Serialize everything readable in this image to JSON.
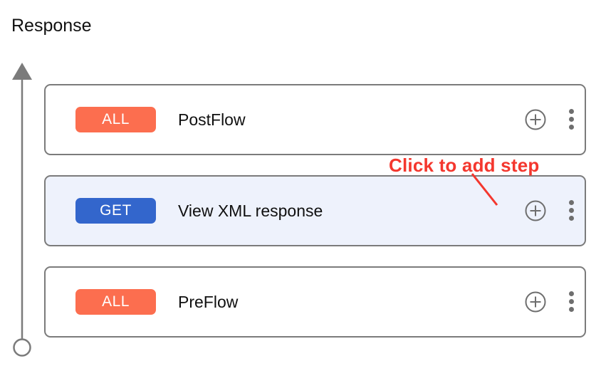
{
  "page": {
    "title": "Response"
  },
  "rail": {
    "direction_icon": "up-arrow",
    "endpoint_icon": "circle-endpoint",
    "color": "#7b7b7b"
  },
  "colors": {
    "badge_all": "#fc6e4f",
    "badge_get": "#3366cc",
    "selected_row_bg": "#eef2fc",
    "card_border": "#7b7b7b",
    "annotation_red": "#f4372e",
    "icon_gray": "#6e6e6e",
    "text_dark": "#101010"
  },
  "flows": [
    {
      "method": "ALL",
      "method_style": "all",
      "label": "PostFlow",
      "selected": false,
      "add_icon": "circle-plus-icon",
      "menu_icon": "kebab-menu-icon"
    },
    {
      "method": "GET",
      "method_style": "get",
      "label": "View XML response",
      "selected": true,
      "add_icon": "circle-plus-icon",
      "menu_icon": "kebab-menu-icon"
    },
    {
      "method": "ALL",
      "method_style": "all",
      "label": "PreFlow",
      "selected": false,
      "add_icon": "circle-plus-icon",
      "menu_icon": "kebab-menu-icon"
    }
  ],
  "annotation": {
    "text": "Click to add step",
    "pointer_icon": "arrow-line"
  }
}
